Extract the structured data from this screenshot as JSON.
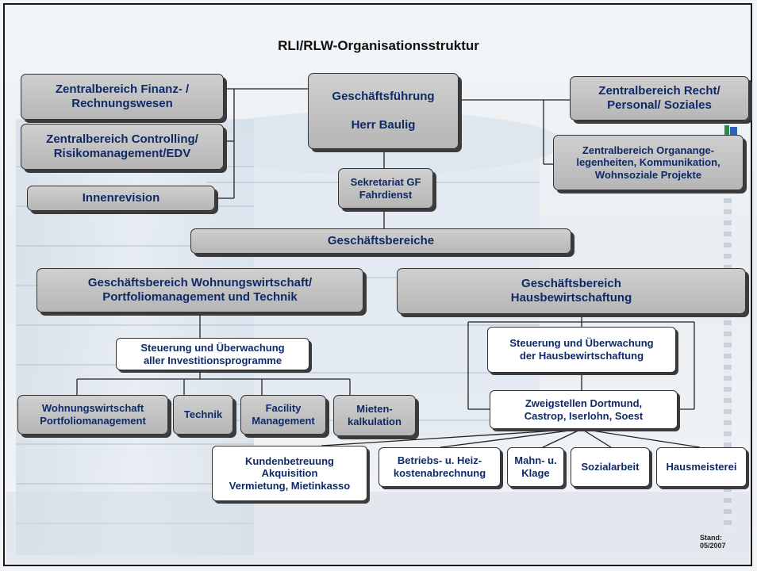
{
  "title": "RLI/RLW-Organisationsstruktur",
  "stand": {
    "line1": "Stand:",
    "line2": "05/2007"
  },
  "boxes": {
    "gf_line1": "Geschäftsführung",
    "gf_line2": "Herr Baulig",
    "finanz_line1": "Zentralbereich Finanz- /",
    "finanz_line2": "Rechnungswesen",
    "controlling_line1": "Zentralbereich Controlling/",
    "controlling_line2": "Risikomanagement/EDV",
    "innenrevision": "Innenrevision",
    "recht_line1": "Zentralbereich Recht/",
    "recht_line2": "Personal/ Soziales",
    "organ_line1": "Zentralbereich Organange-",
    "organ_line2": "legenheiten, Kommunikation,",
    "organ_line3": "Wohnsoziale Projekte",
    "sekretariat_line1": "Sekretariat GF",
    "sekretariat_line2": "Fahrdienst",
    "geschaeftsbereiche": "Geschäftsbereiche",
    "gbww_line1": "Geschäftsbereich Wohnungswirtschaft/",
    "gbww_line2": "Portfoliomanagement und Technik",
    "gbhb_line1": "Geschäftsbereich",
    "gbhb_line2": "Hausbewirtschaftung",
    "steuerung_inv_line1": "Steuerung und Überwachung",
    "steuerung_inv_line2": "aller Investitionsprogramme",
    "steuerung_hb_line1": "Steuerung und Überwachung",
    "steuerung_hb_line2": "der Hausbewirtschaftung",
    "wohnwirt_line1": "Wohnungswirtschaft",
    "wohnwirt_line2": "Portfoliomanagement",
    "technik": "Technik",
    "facility_line1": "Facility",
    "facility_line2": "Management",
    "mieten_line1": "Mieten-",
    "mieten_line2": "kalkulation",
    "zweig_line1": "Zweigstellen Dortmund,",
    "zweig_line2": "Castrop, Iserlohn, Soest",
    "kunden_line1": "Kundenbetreuung",
    "kunden_line2": "Akquisition",
    "kunden_line3": "Vermietung, Mietinkasso",
    "betriebs_line1": "Betriebs- u. Heiz-",
    "betriebs_line2": "kostenabrechnung",
    "mahn_line1": "Mahn- u.",
    "mahn_line2": "Klage",
    "sozial": "Sozialarbeit",
    "hausmeister": "Hausmeisterei"
  }
}
